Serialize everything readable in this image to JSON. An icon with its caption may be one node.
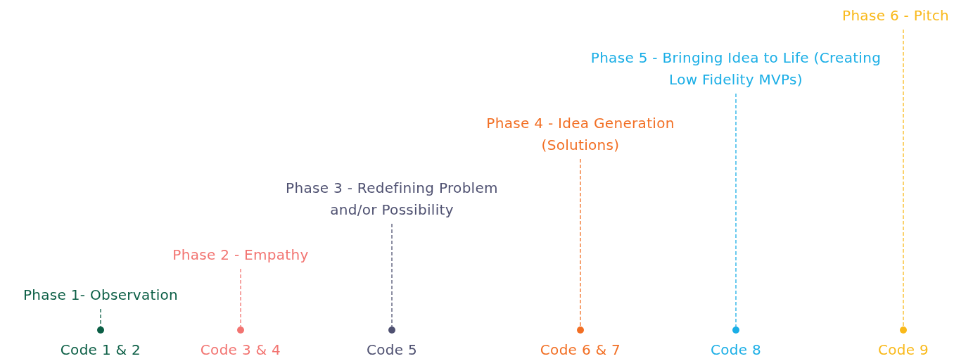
{
  "diagram": {
    "nodes": [
      {
        "text": [
          "Phase 1- Observation"
        ]
      },
      {
        "text": [
          "Phase 2 - Empathy"
        ]
      },
      {
        "text": [
          "Phase 3 - Redefining Problem and/or Possibility"
        ]
      },
      {
        "text": [
          "Phase 4 - Idea Generation (Solutions)"
        ]
      },
      {
        "text": [
          "Phase 5 - Bringing Idea to Life (Creating Low Fidelity MVPs)"
        ]
      },
      {
        "text": [
          "Phase 6 - Pitch"
        ]
      },
      {
        "text": [],
        "shape": "circle",
        "beside": [
          "Code 1 & 2"
        ]
      },
      {
        "text": [],
        "shape": "circle",
        "beside": [
          "Code 3 & 4"
        ]
      },
      {
        "text": [],
        "shape": "circle",
        "beside": [
          "Code 5"
        ]
      },
      {
        "text": [],
        "shape": "circle",
        "beside": [
          "Code 6 & 7"
        ]
      },
      {
        "text": [],
        "shape": "circle",
        "beside": [
          "Code 8"
        ]
      },
      {
        "text": [],
        "shape": "circle",
        "beside": [
          "Code 9"
        ]
      }
    ],
    "edges": [
      {
        "from": 0,
        "to": 6,
        "arrow": "none",
        "style": "dashed",
        "color": "#0b5e45"
      },
      {
        "from": 1,
        "to": 7,
        "arrow": "none",
        "style": "dashed",
        "color": "#f27471"
      },
      {
        "from": 2,
        "to": 8,
        "arrow": "none",
        "style": "dashed",
        "color": "#4f5171"
      },
      {
        "from": 3,
        "to": 9,
        "arrow": "none",
        "style": "dashed",
        "color": "#f26f24"
      },
      {
        "from": 4,
        "to": 10,
        "arrow": "none",
        "style": "dashed",
        "color": "#1aaee6"
      },
      {
        "from": 5,
        "to": 11,
        "arrow": "none",
        "style": "dashed",
        "color": "#f9b91a"
      }
    ]
  }
}
